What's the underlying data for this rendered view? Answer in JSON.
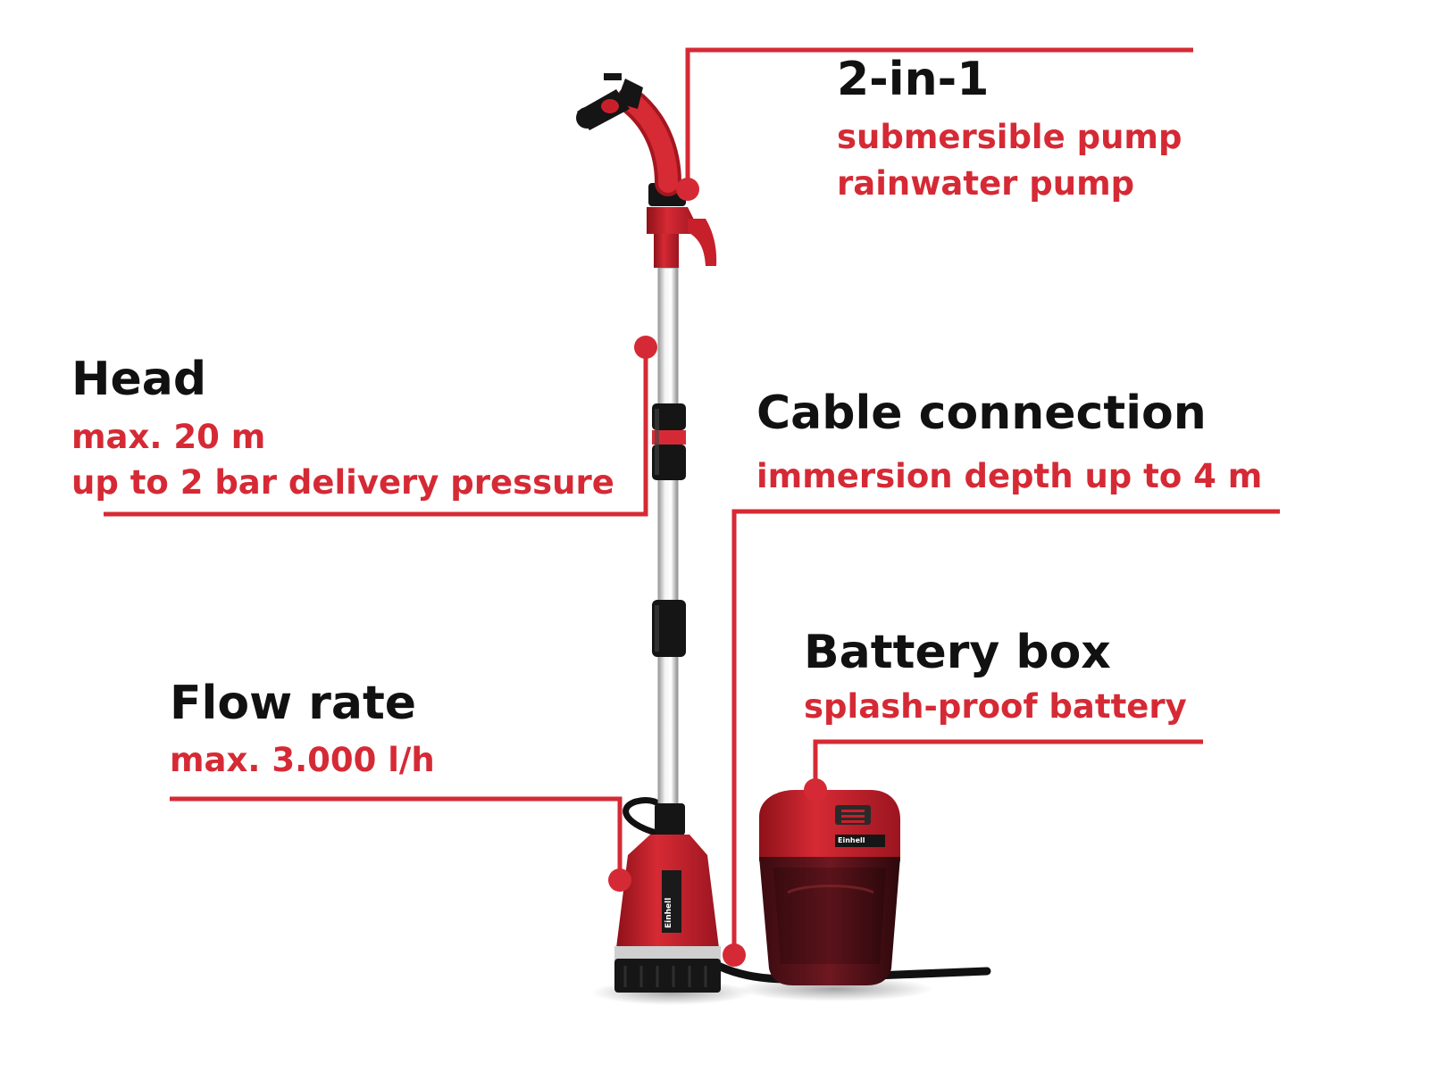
{
  "colors": {
    "accent": "#d52a35",
    "title": "#111111",
    "background": "#ffffff",
    "pump_red": "#c8202b",
    "pump_dark": "#1a1a1a"
  },
  "callouts": {
    "two_in_one": {
      "title": "2-in-1",
      "line1": "submersible pump",
      "line2": "rainwater pump"
    },
    "head": {
      "title": "Head",
      "line1": "max. 20 m",
      "line2": "up to 2 bar delivery pressure"
    },
    "cable": {
      "title": "Cable connection",
      "line1": "immersion depth up to 4 m"
    },
    "battery": {
      "title": "Battery box",
      "line1": "splash-proof battery"
    },
    "flow": {
      "title": "Flow rate",
      "line1": "max. 3.000 l/h"
    }
  },
  "product": {
    "brand_mark": "Einhell"
  }
}
